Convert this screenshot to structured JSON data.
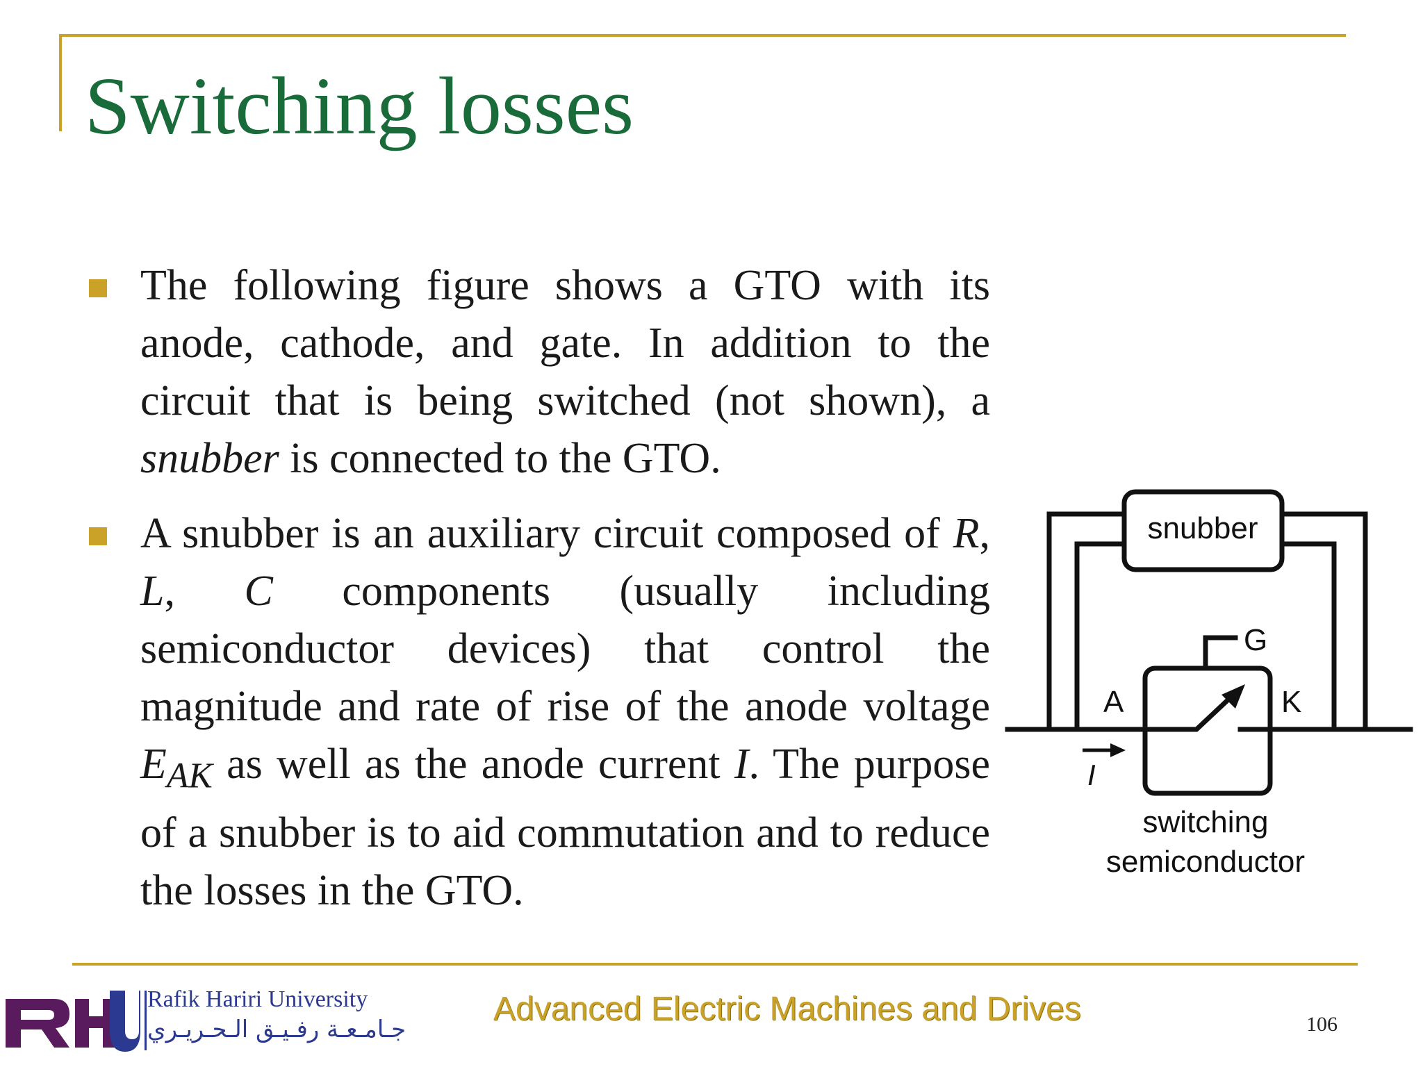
{
  "slide": {
    "title": "Switching losses",
    "bullets": [
      {
        "segments": [
          {
            "text": "The following figure shows a GTO with its anode, cathode, and gate. In addition to the circuit that is being switched (not shown), a ",
            "italic": false
          },
          {
            "text": "snubber",
            "italic": true
          },
          {
            "text": " is connected to the GTO.",
            "italic": false
          }
        ]
      },
      {
        "segments": [
          {
            "text": "A snubber is an auxiliary circuit composed of ",
            "italic": false
          },
          {
            "text": "R",
            "italic": true
          },
          {
            "text": ", ",
            "italic": false
          },
          {
            "text": "L",
            "italic": true
          },
          {
            "text": ", ",
            "italic": false
          },
          {
            "text": "C",
            "italic": true
          },
          {
            "text": " components (usually including semiconductor devices) that control the magnitude and rate of rise of the anode voltage ",
            "italic": false
          },
          {
            "text": "E",
            "italic": true
          },
          {
            "text": "AK",
            "italic": true,
            "sub": true
          },
          {
            "text": " as well as the anode current ",
            "italic": false
          },
          {
            "text": "I",
            "italic": true
          },
          {
            "text": ". The purpose of a snubber is to aid commutation and to reduce the losses in the GTO.",
            "italic": false
          }
        ]
      }
    ]
  },
  "figure": {
    "snubber_label": "snubber",
    "gate_label": "G",
    "anode_label": "A",
    "cathode_label": "K",
    "current_label": "I",
    "caption_line1": "switching",
    "caption_line2": "semiconductor"
  },
  "footer": {
    "logo_text": "RHU",
    "university_en": "Rafik Hariri University",
    "university_ar": "جـامـعـة رفـيـق الـحـريـري",
    "course_title": "Advanced Electric Machines and Drives",
    "page_number": "106"
  },
  "colors": {
    "title": "#1a6b3a",
    "accent_gold": "#c9a227",
    "logo_blue": "#2b3990",
    "logo_purple": "#5a1a5e"
  }
}
